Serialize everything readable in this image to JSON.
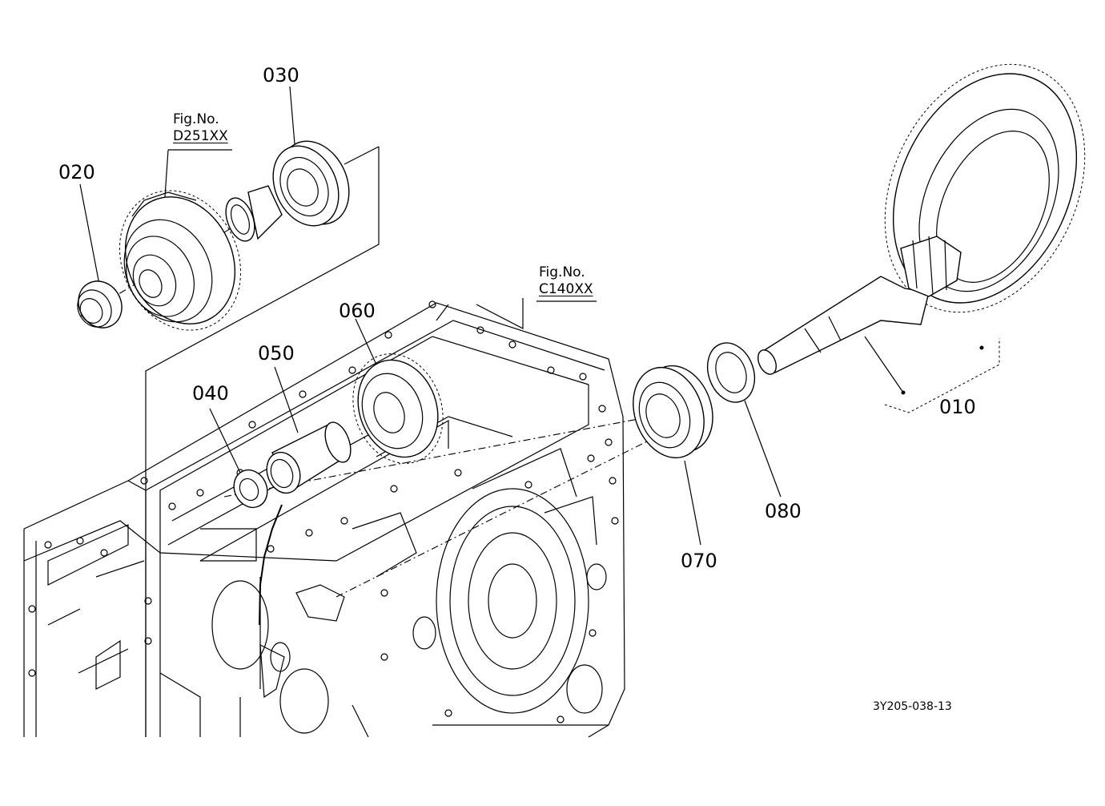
{
  "diagram": {
    "part_labels": {
      "p010": "010",
      "p020": "020",
      "p030": "030",
      "p040": "040",
      "p050": "050",
      "p060": "060",
      "p070": "070",
      "p080": "080"
    },
    "fig_refs": [
      {
        "label": "Fig.No.",
        "code": "D251XX"
      },
      {
        "label": "Fig.No.",
        "code": "C140XX"
      }
    ],
    "drawing_code": "3Y205-038-13"
  }
}
